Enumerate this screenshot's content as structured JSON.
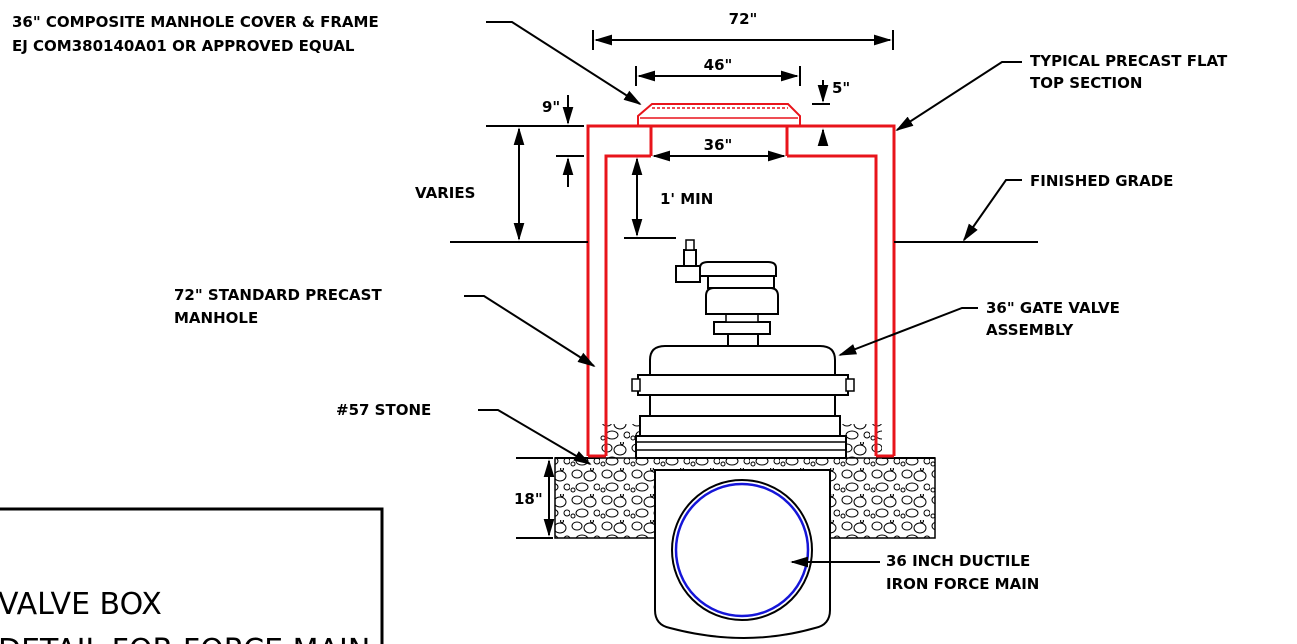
{
  "labels": {
    "cover_line1": "36\" COMPOSITE MANHOLE COVER & FRAME",
    "cover_line2": "EJ COM380140A01 OR APPROVED EQUAL",
    "flat_top_line1": "TYPICAL PRECAST FLAT",
    "flat_top_line2": "TOP SECTION",
    "finished_grade": "FINISHED GRADE",
    "manhole_line1": "72\" STANDARD PRECAST",
    "manhole_line2": "MANHOLE",
    "gate_valve_line1": "36\" GATE VALVE",
    "gate_valve_line2": "ASSEMBLY",
    "stone": "#57 STONE",
    "force_main_line1": "36 INCH DUCTILE",
    "force_main_line2": "IRON FORCE MAIN"
  },
  "dimensions": {
    "overall_width": "72\"",
    "cover_width": "46\"",
    "opening_width": "36\"",
    "slab_5": "5\"",
    "slab_9": "9\"",
    "varies": "VARIES",
    "min_cover": "1' MIN",
    "stone_depth": "18\""
  },
  "title_block": {
    "line1": "VALVE BOX",
    "line2": "DETAIL FOR FORCE MAIN"
  },
  "colors": {
    "manhole": "#e8141b",
    "pipe": "#1515d8",
    "linework": "#000000"
  }
}
